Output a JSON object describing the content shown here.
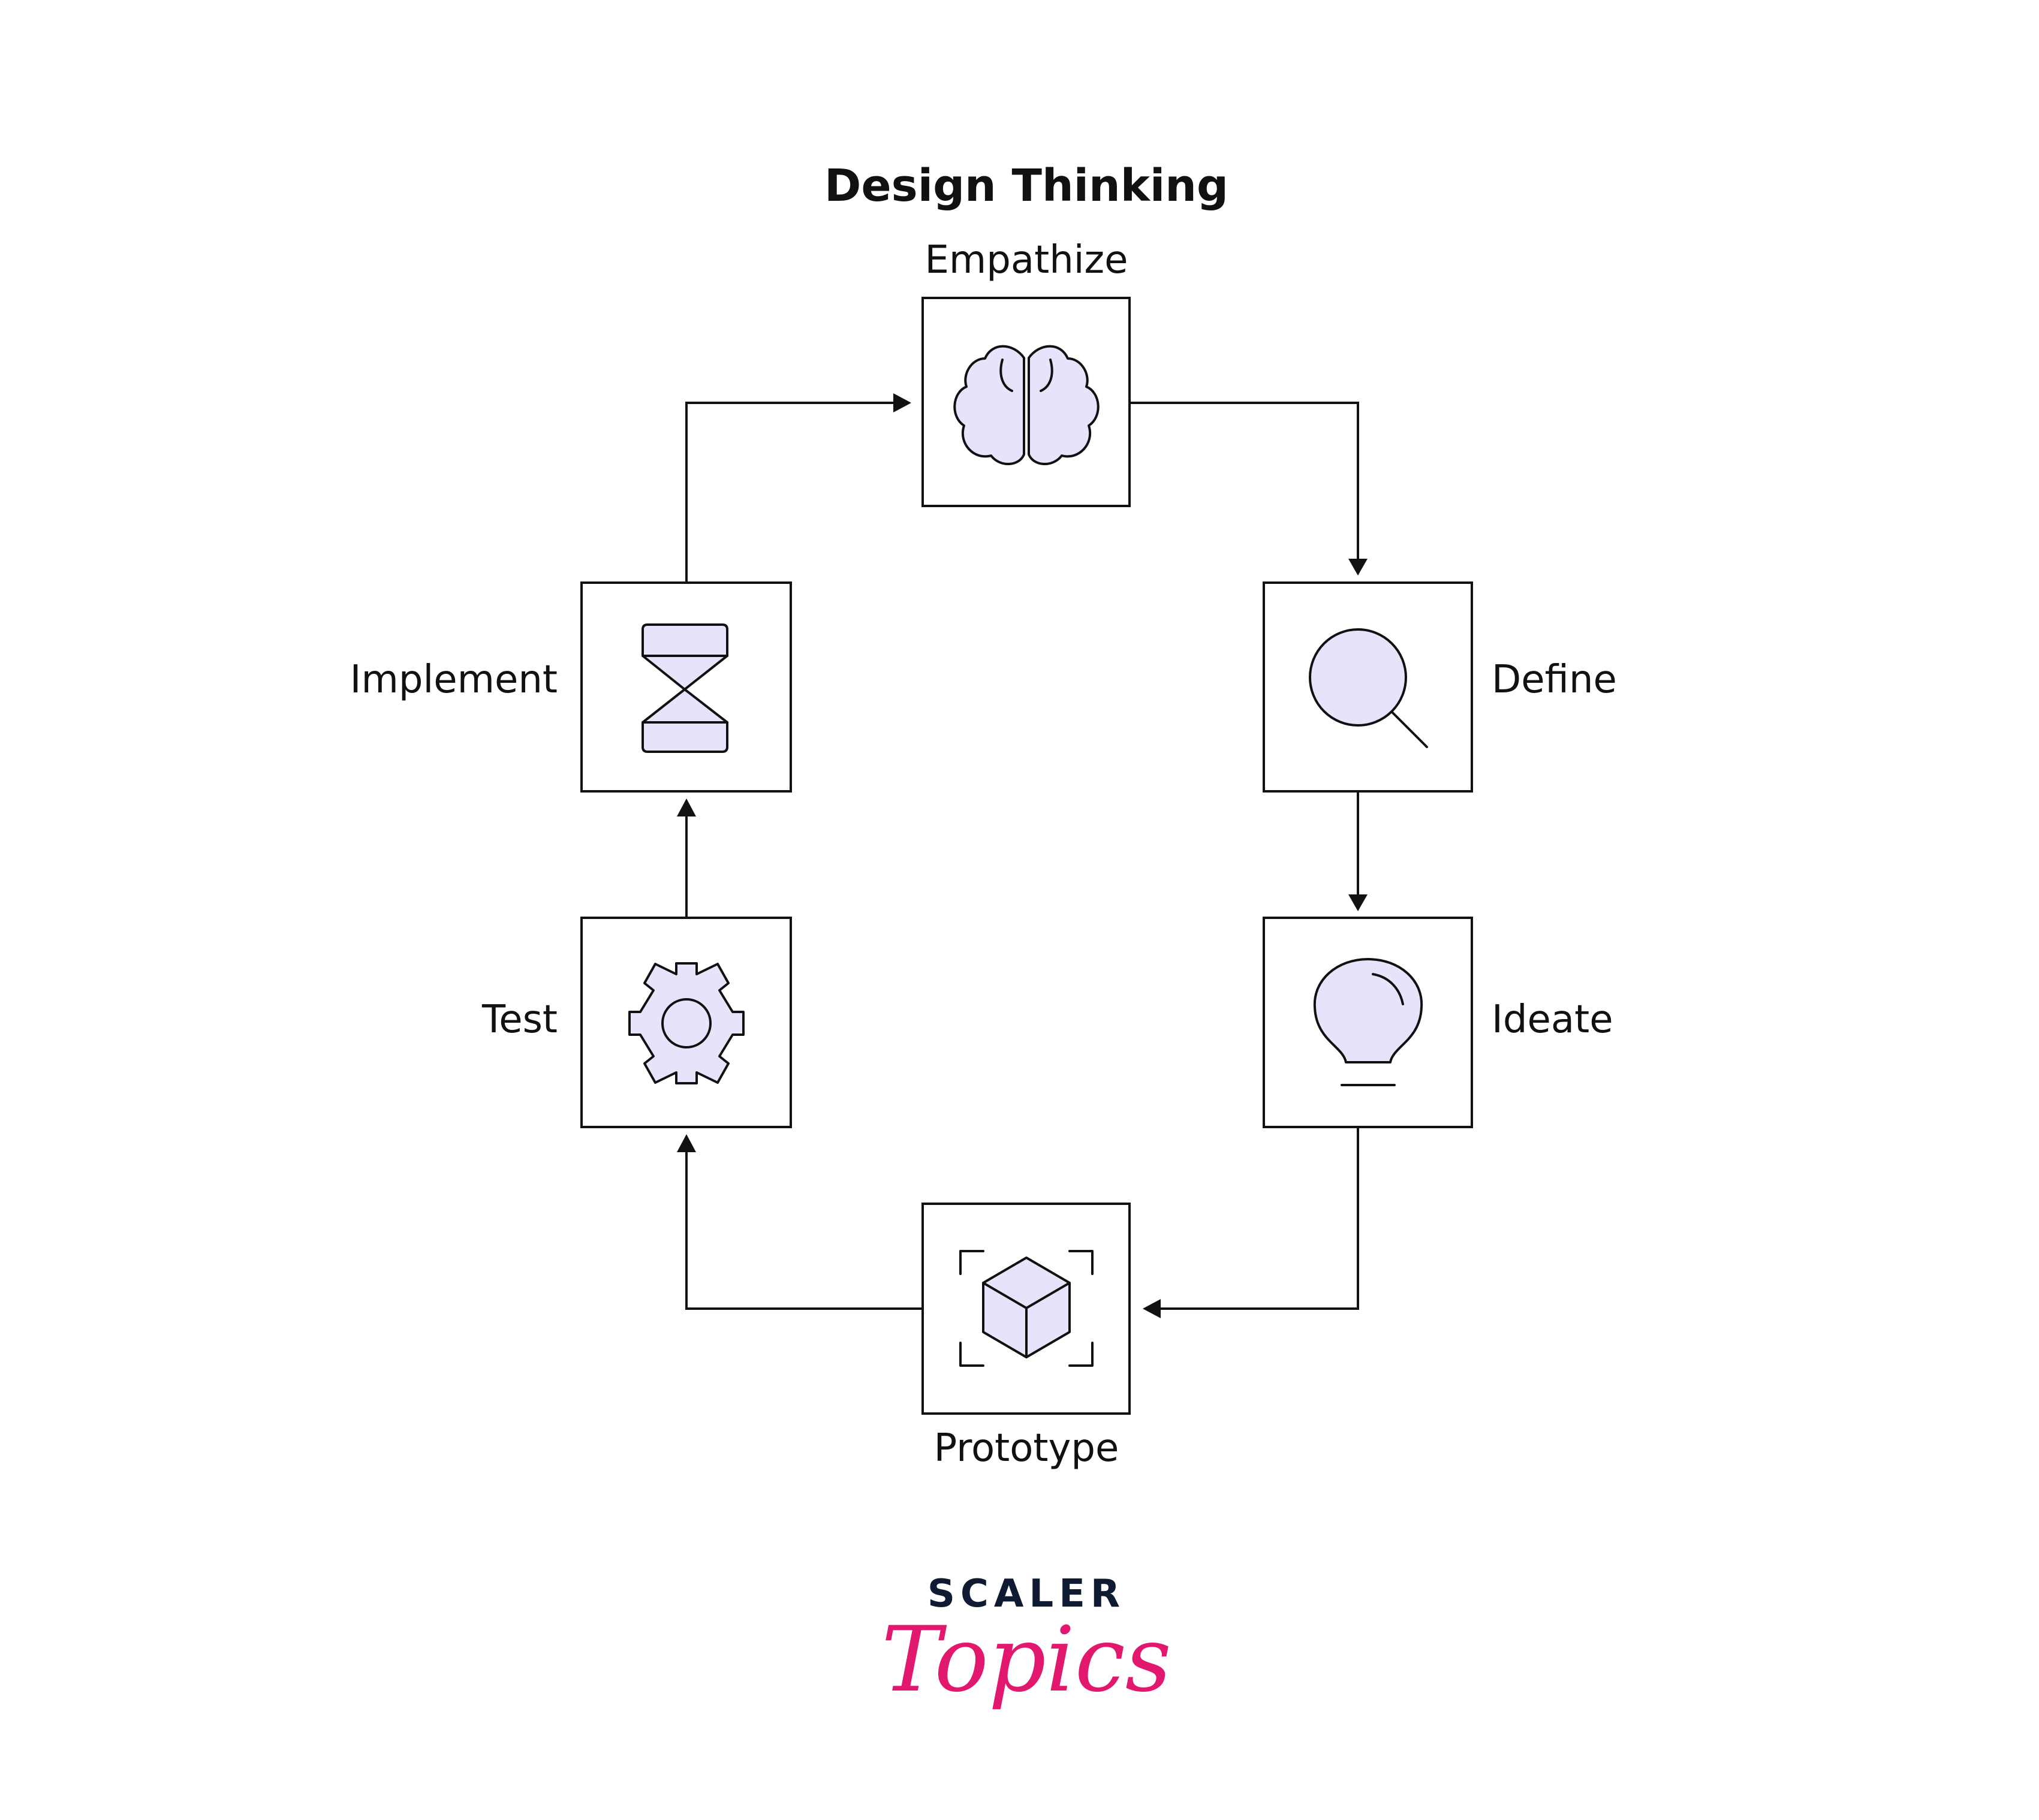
{
  "title": "Design Thinking",
  "steps": [
    {
      "label": "Empathize",
      "icon": "brain-icon"
    },
    {
      "label": "Define",
      "icon": "magnifier-icon"
    },
    {
      "label": "Ideate",
      "icon": "lightbulb-icon"
    },
    {
      "label": "Prototype",
      "icon": "cube-icon"
    },
    {
      "label": "Test",
      "icon": "gear-icon"
    },
    {
      "label": "Implement",
      "icon": "hourglass-icon"
    }
  ],
  "logo": {
    "line1": "SCALER",
    "line2": "Topics"
  },
  "colors": {
    "icon_fill": "#e6e4fb",
    "stroke": "#111111",
    "logo_dark": "#0f1b33",
    "logo_pink": "#e2176e"
  }
}
